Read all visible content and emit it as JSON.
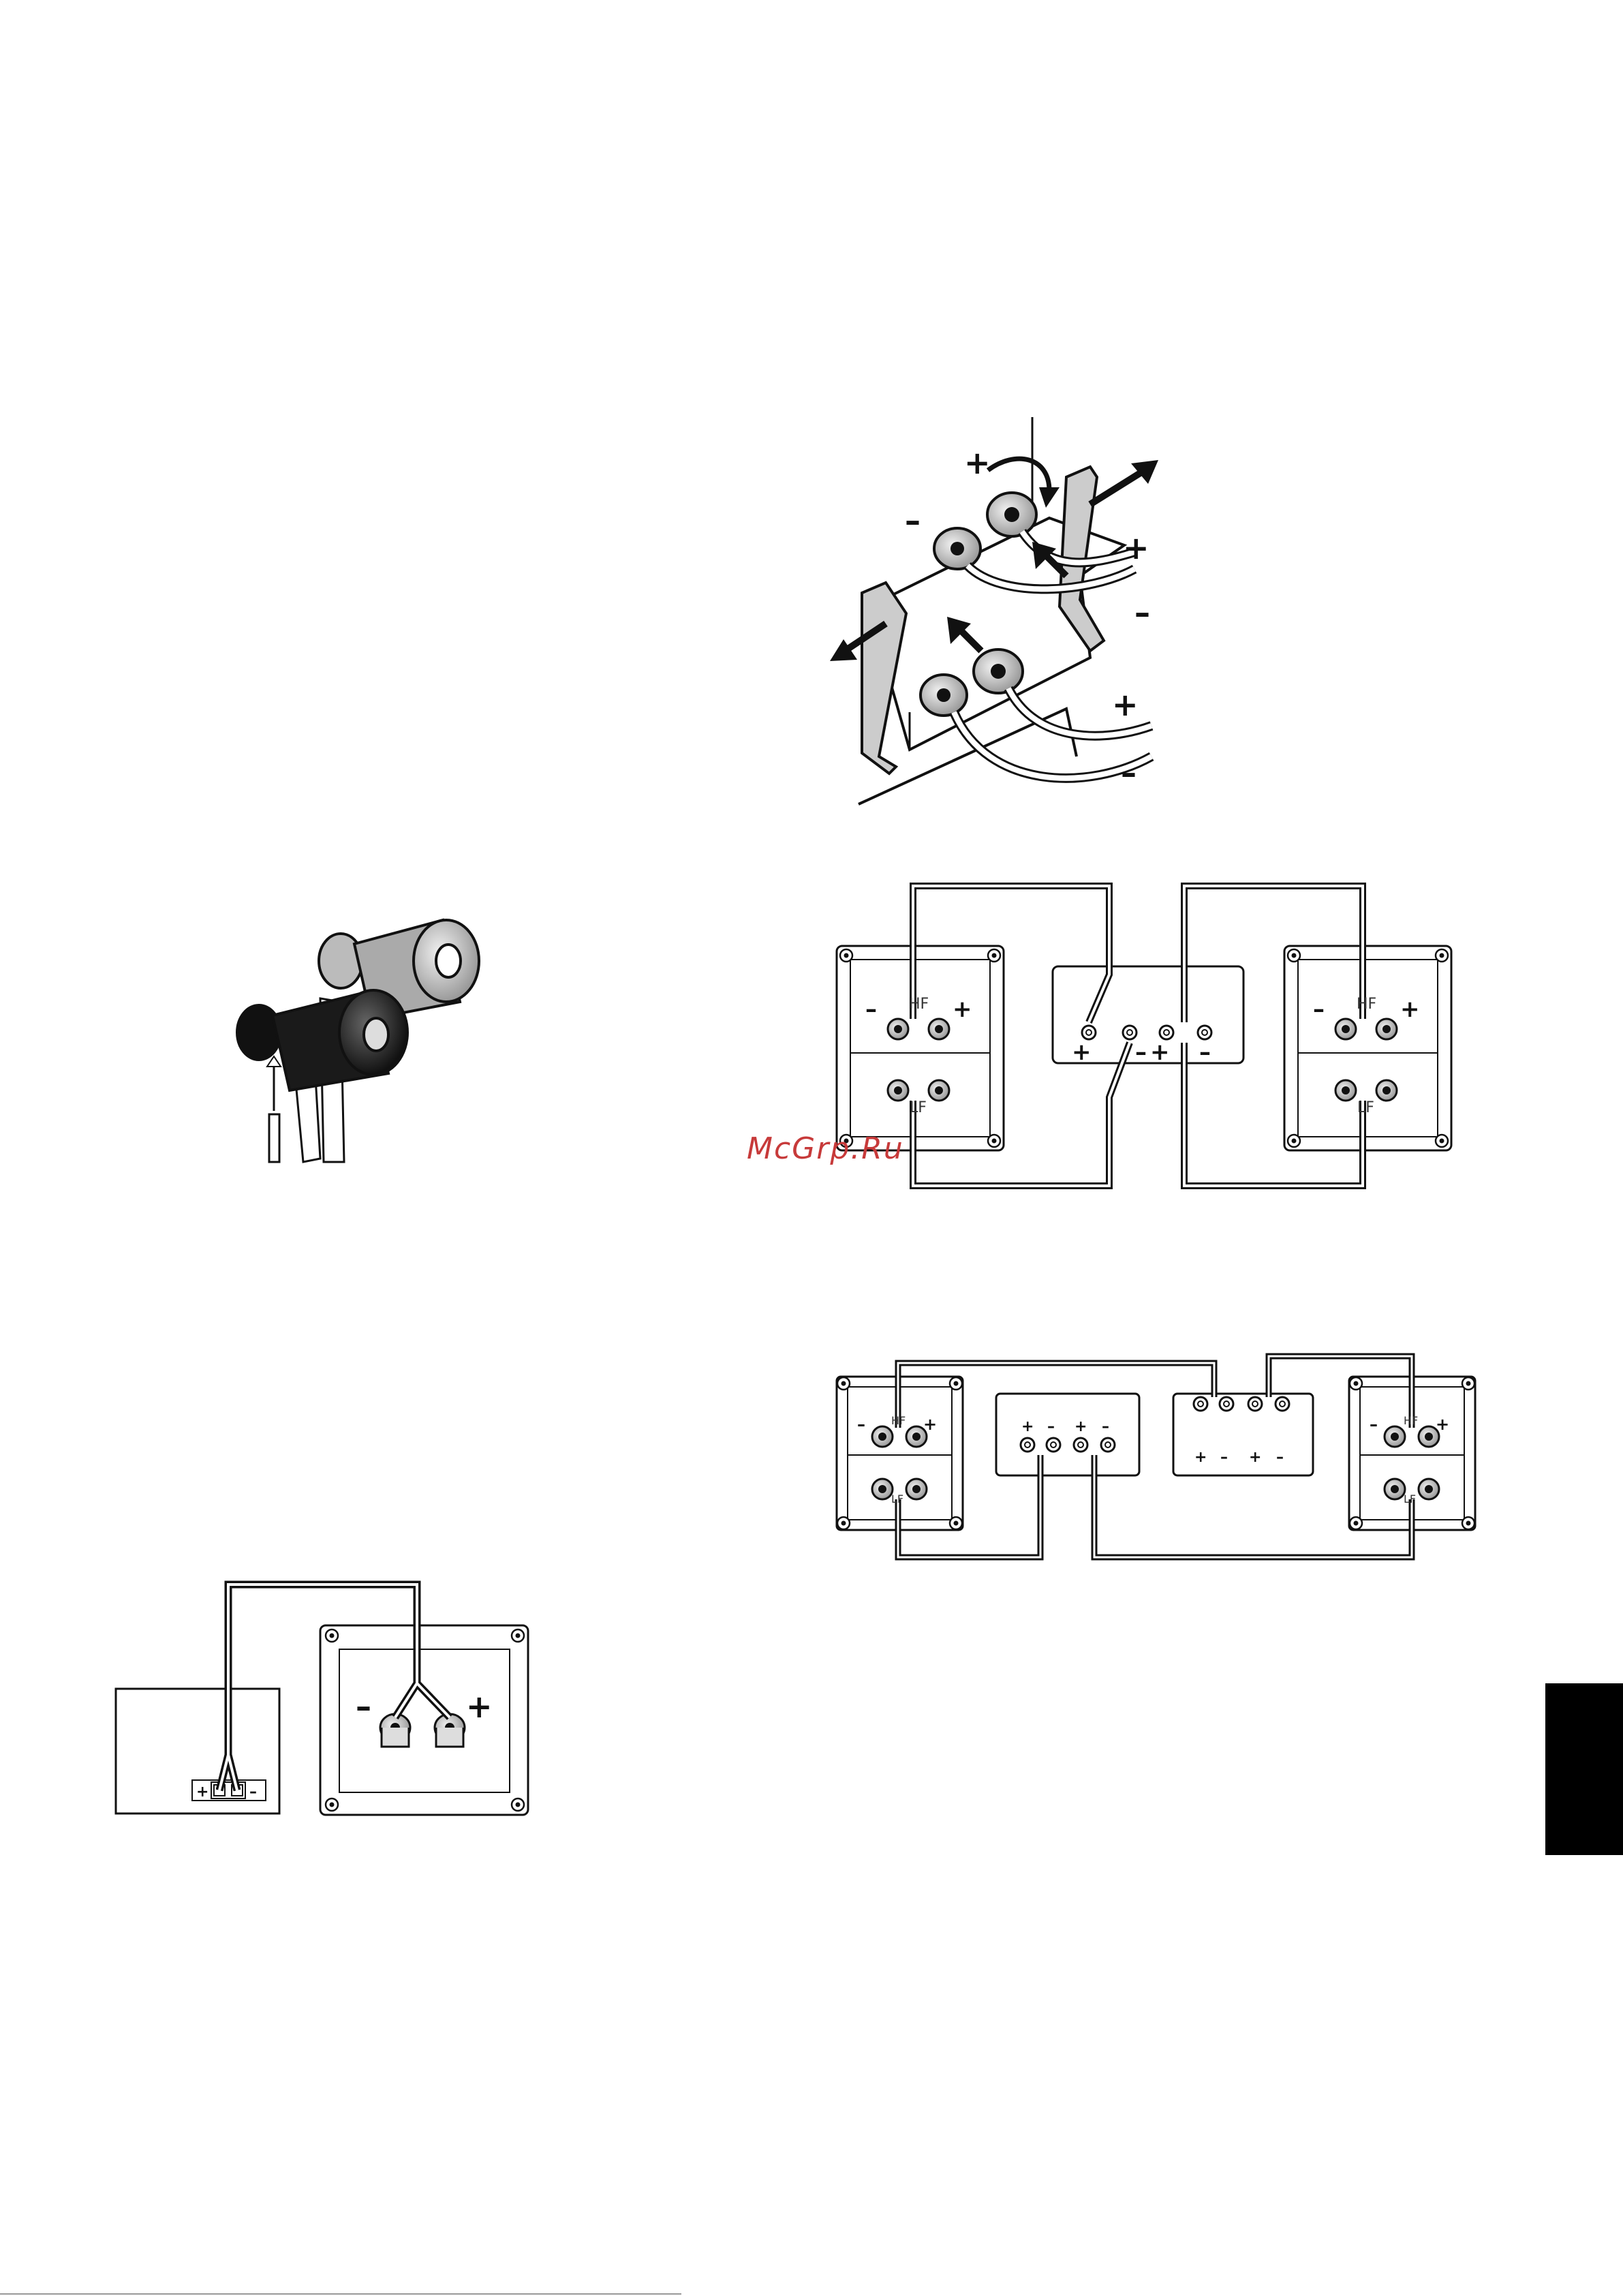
{
  "watermark": "McGrp.Ru",
  "figures": {
    "binding_post_clip": {
      "labels": {
        "top_plus": "+",
        "top_minus": "–",
        "right_plus": "+",
        "right_minus": "–",
        "low_plus": "+",
        "low_minus": "–"
      }
    },
    "bi_wire_two_amps": {
      "left_speaker": {
        "hf": "HF",
        "lf": "LF",
        "minus": "–",
        "plus": "+"
      },
      "right_speaker": {
        "hf": "HF",
        "lf": "LF",
        "minus": "–",
        "plus": "+"
      },
      "amp_signs": [
        "+",
        "–",
        "+",
        "–"
      ]
    },
    "bi_amp": {
      "left_speaker": {
        "hf": "HF",
        "lf": "LF",
        "minus": "–",
        "plus": "+"
      },
      "right_speaker": {
        "hf": "HF",
        "lf": "LF",
        "minus": "–",
        "plus": "+"
      },
      "amp1_signs": [
        "+",
        "–",
        "+",
        "–"
      ],
      "amp2_signs": [
        "+",
        "–",
        "+",
        "–"
      ]
    },
    "single_wire": {
      "amp_plus": "+",
      "amp_minus": "–",
      "speaker_minus": "–",
      "speaker_plus": "+"
    }
  },
  "page_tab": "",
  "colors": {
    "ink": "#111111",
    "wire": "#222222",
    "tab": "#000000",
    "watermark": "#c73a3a"
  }
}
